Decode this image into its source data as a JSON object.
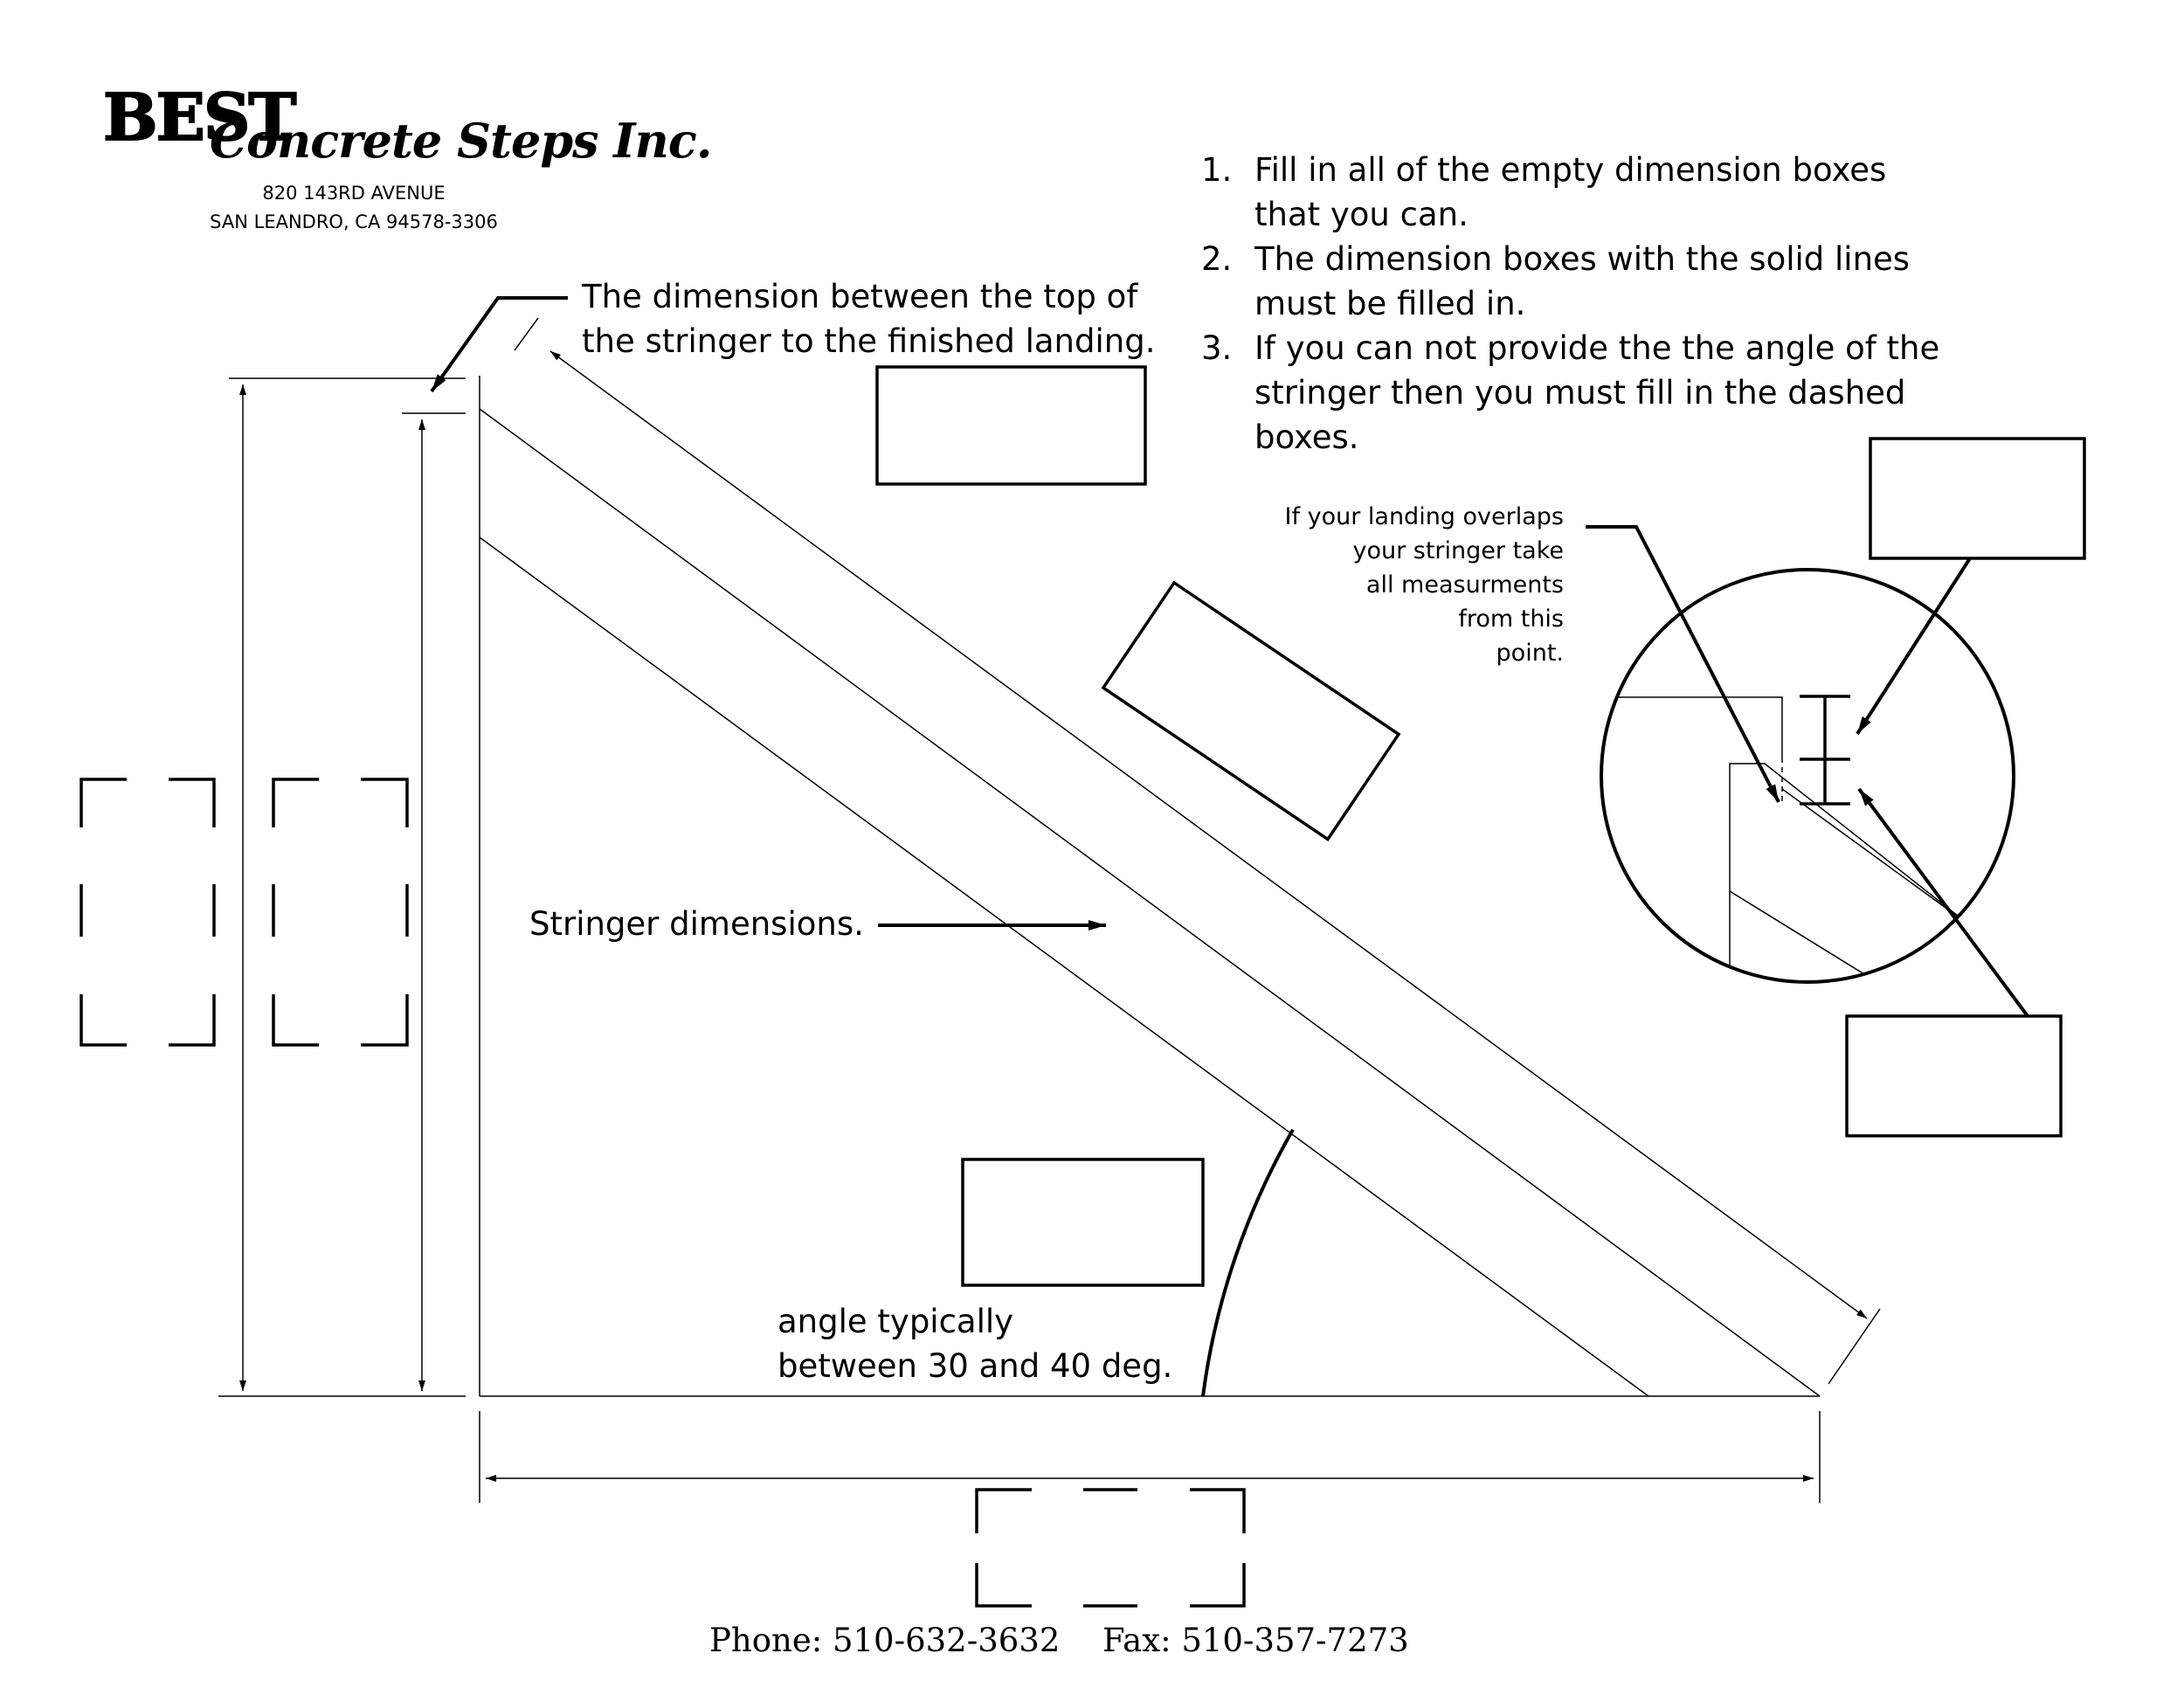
{
  "logo": {
    "brand_main": "BEST",
    "brand_script": "Concrete Steps Inc."
  },
  "company": {
    "address_line1": "820 143RD AVENUE",
    "address_line2": "SAN LEANDRO, CA 94578-3306"
  },
  "instructions": [
    {
      "number": "1.",
      "lines": [
        "Fill in all of the empty dimension boxes",
        "that you can."
      ]
    },
    {
      "number": "2.",
      "lines": [
        "The dimension boxes with the solid lines",
        "must be filled in."
      ]
    },
    {
      "number": "3.",
      "lines": [
        "If you can not provide the the angle of the",
        "stringer then you must fill in the dashed",
        "boxes."
      ]
    }
  ],
  "labels": {
    "top_dimension": [
      "The dimension between the top of",
      "the stringer to the finished landing."
    ],
    "overlap_note": [
      "If your landing overlaps",
      "your stringer take",
      "all measurments",
      "from this",
      "point."
    ],
    "stringer_dimensions": "Stringer dimensions.",
    "angle_note": [
      "angle typically",
      "between 30 and 40 deg."
    ]
  },
  "footer": {
    "phone": "Phone: 510-632-3632",
    "fax": "Fax: 510-357-7273"
  }
}
